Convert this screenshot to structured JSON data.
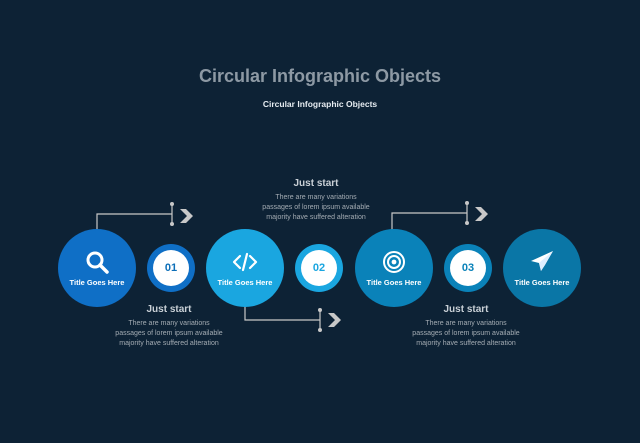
{
  "header": {
    "title": "Circular Infographic Objects",
    "subtitle": "Circular Infographic Objects"
  },
  "colors": {
    "background": "#0d2235",
    "circle_1": "#0f6fc6",
    "circle_2": "#1aa6e0",
    "circle_3": "#0a82b9",
    "circle_4": "#0a76a6",
    "number_text": "#0d6fb8",
    "connector": "#c8c8c8"
  },
  "steps": [
    {
      "icon": "search-icon",
      "label": "Title Goes Here"
    },
    {
      "icon": "code-icon",
      "label": "Title Goes Here"
    },
    {
      "icon": "target-icon",
      "label": "Title Goes Here"
    },
    {
      "icon": "paper-plane-icon",
      "label": "Title Goes Here"
    }
  ],
  "numbers": [
    "01",
    "02",
    "03"
  ],
  "text_blocks": [
    {
      "heading": "Just start",
      "body": "There are many variations passages of lorem ipsum available majority have suffered alteration"
    },
    {
      "heading": "Just start",
      "body": "There are many variations passages of lorem ipsum available majority have suffered alteration"
    },
    {
      "heading": "Just start",
      "body": "There are many variations passages of lorem ipsum available majority have suffered alteration"
    }
  ]
}
